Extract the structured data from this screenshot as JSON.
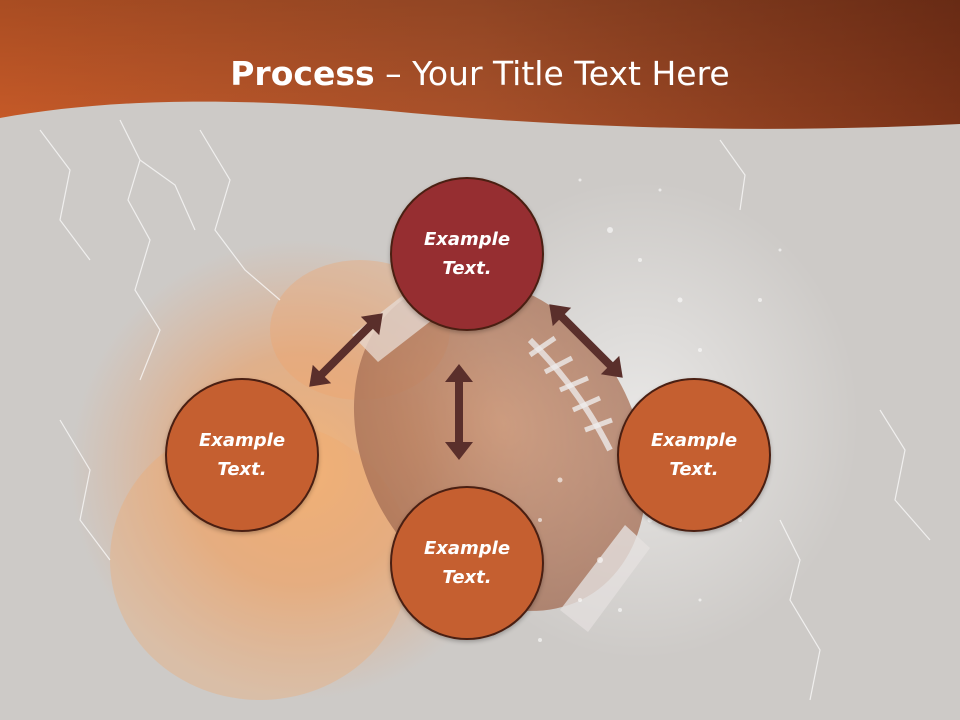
{
  "title": {
    "bold": "Process",
    "rest": " – Your Title Text Here"
  },
  "nodes": {
    "top": {
      "line1": "Example",
      "line2": "Text."
    },
    "left": {
      "line1": "Example",
      "line2": "Text."
    },
    "right": {
      "line1": "Example",
      "line2": "Text."
    },
    "bottom": {
      "line1": "Example",
      "line2": "Text."
    }
  },
  "colors": {
    "header_band": "#b4552a",
    "top_node": "#962e31",
    "other_nodes": "#c55f30",
    "arrows": "#5a2f2b",
    "background": "#cdcac7"
  },
  "icons": [
    "double-arrow-icon"
  ]
}
